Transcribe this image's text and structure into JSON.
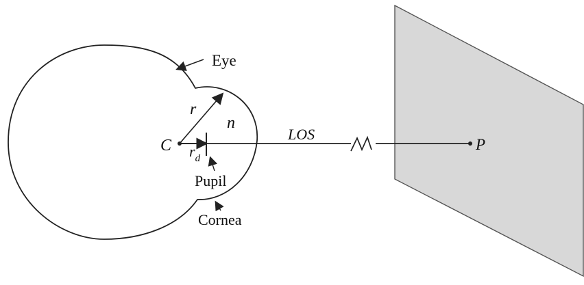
{
  "labels": {
    "eye": "Eye",
    "r": "r",
    "n": "n",
    "c": "C",
    "rd_base": "r",
    "rd_sub": "d",
    "pupil": "Pupil",
    "cornea": "Cornea",
    "los": "LOS",
    "p": "P"
  },
  "colors": {
    "stroke": "#222222",
    "screen_fill": "#d8d8d8",
    "screen_stroke": "#555555",
    "text": "#111111"
  }
}
